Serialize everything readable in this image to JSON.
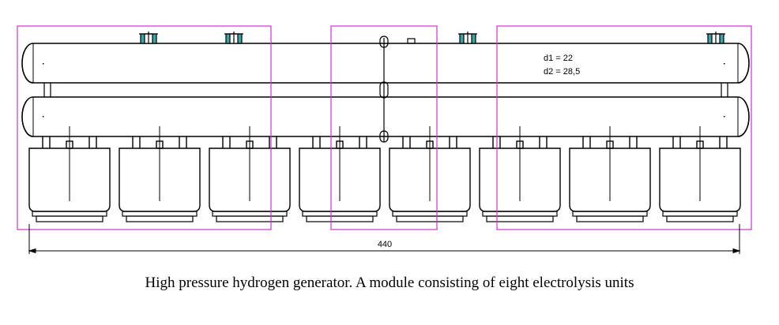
{
  "diagram": {
    "dim_label_1": "d1 = 22",
    "dim_label_2": "d2 = 28,5",
    "length_label": "440",
    "caption": "High pressure hydrogen generator. A module consisting of eight electrolysis units",
    "unit_count": 8,
    "colors": {
      "line": "#000000",
      "highlight": "#cc33cc",
      "fitting": "#3aa6a6"
    }
  }
}
